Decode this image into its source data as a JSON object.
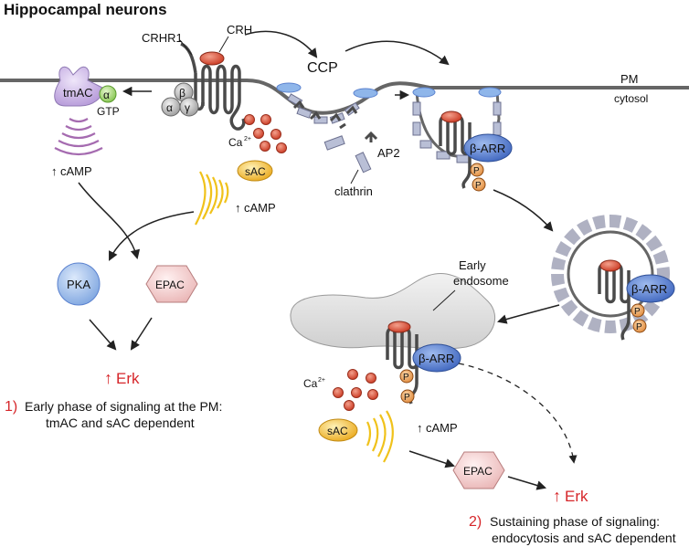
{
  "title": "Hippocampal neurons",
  "labels": {
    "crhr1": "CRHR1",
    "crh": "CRH",
    "ccp": "CCP",
    "pm": "PM",
    "cytosol": "cytosol",
    "tmac": "tmAC",
    "gtp": "GTP",
    "alpha": "α",
    "beta": "β",
    "gamma": "γ",
    "ca": "Ca",
    "ca_sup": "2+",
    "sac": "sAC",
    "camp": "cAMP",
    "ap2": "AP2",
    "clathrin": "clathrin",
    "pka": "PKA",
    "epac": "EPAC",
    "erk": "Erk",
    "barr": "β-ARR",
    "p": "P",
    "early": "Early",
    "endosome": "endosome"
  },
  "phases": {
    "phase1_num": "1)",
    "phase1_line1": "Early phase of signaling at the PM:",
    "phase1_line2": "tmAC and sAC dependent",
    "phase2_num": "2)",
    "phase2_line1": "Sustaining phase of signaling:",
    "phase2_line2": "endocytosis and sAC dependent"
  },
  "colors": {
    "membrane": "#666666",
    "receptor": "#4a4a4a",
    "crh": "#d9402b",
    "calcium": "#d9573e",
    "sac": "#f0b73a",
    "pka": "#aac7ec",
    "epac": "#f6d3d3",
    "barr": "#5b82cf",
    "phospho": "#f0a862",
    "tmac": "#c9b6e4",
    "alpha_green": "#9bd36a",
    "clathrin": "#b9bfd6",
    "endosome": "#e2e2e2",
    "erk_red": "#d6262a",
    "camp_wave_purple": "#a56bb0",
    "camp_wave_yellow": "#f0c21b"
  },
  "icons": [
    "up-arrow-icon",
    "receptor-icon",
    "clathrin-cage-icon",
    "wave-icon"
  ]
}
